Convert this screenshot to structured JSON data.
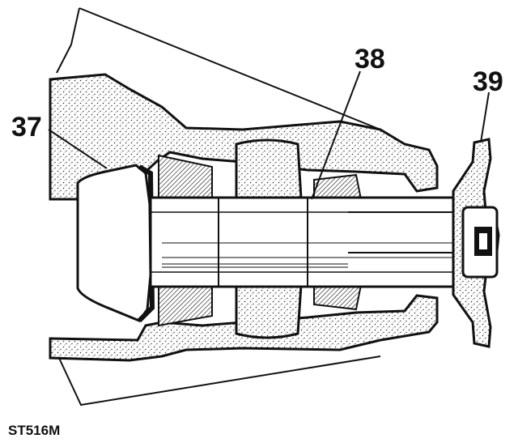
{
  "callouts": {
    "c37": "37",
    "c38": "38",
    "c39": "39"
  },
  "figure_code": "ST516M",
  "colors": {
    "ink": "#111111",
    "paper": "#ffffff",
    "stipple": "#555555"
  }
}
